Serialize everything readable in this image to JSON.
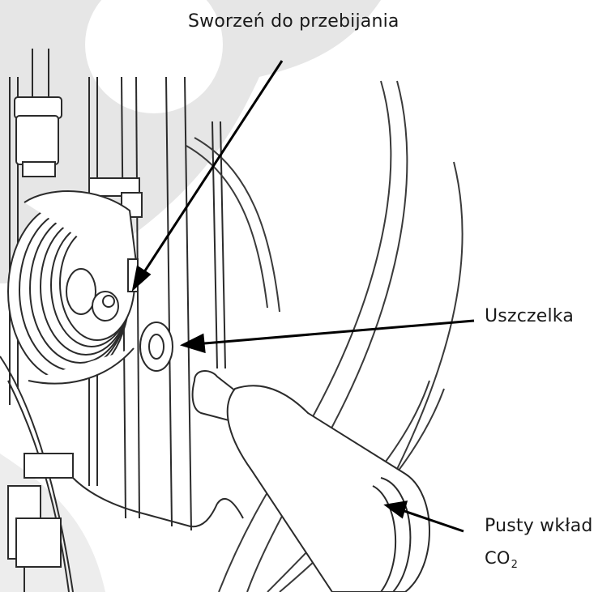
{
  "labels": {
    "piercing_pin": "Sworzeń do przebijania",
    "seal": "Uszczelka",
    "cartridge_line1": "Pusty wkład",
    "cartridge_co": "CO",
    "cartridge_subscript": "2"
  },
  "colors": {
    "ink": "#2b2b2b",
    "watermark": "#e4e4e4",
    "arrow": "#000000",
    "background": "#ffffff"
  }
}
